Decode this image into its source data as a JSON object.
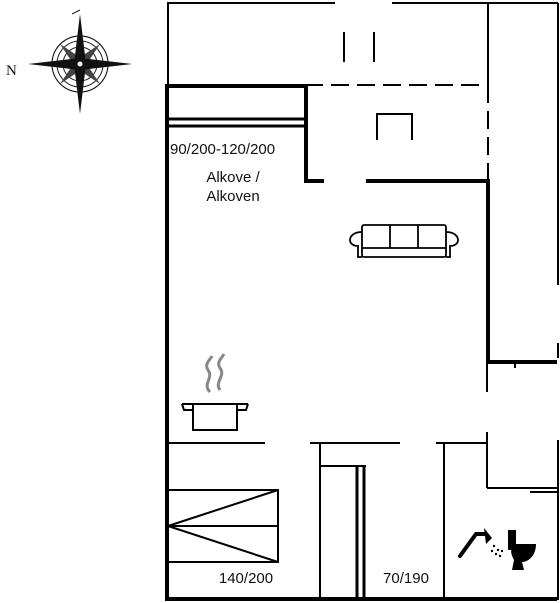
{
  "compass": {
    "north_label": "N"
  },
  "rooms": {
    "alcove_bed_label": "90/200-120/200",
    "alcove_label_line1": "Alkove /",
    "alcove_label_line2": "Alkoven",
    "bedroom_bed_label": "140/200",
    "single_bed_label": "70/190"
  },
  "icons": [
    "compass-rose-icon",
    "sofa-icon",
    "cooking-pot-icon",
    "shower-icon",
    "toilet-icon",
    "double-bed-icon",
    "single-bed-icon",
    "window-icon"
  ],
  "colors": {
    "lines": "#000000",
    "background": "#ffffff"
  }
}
